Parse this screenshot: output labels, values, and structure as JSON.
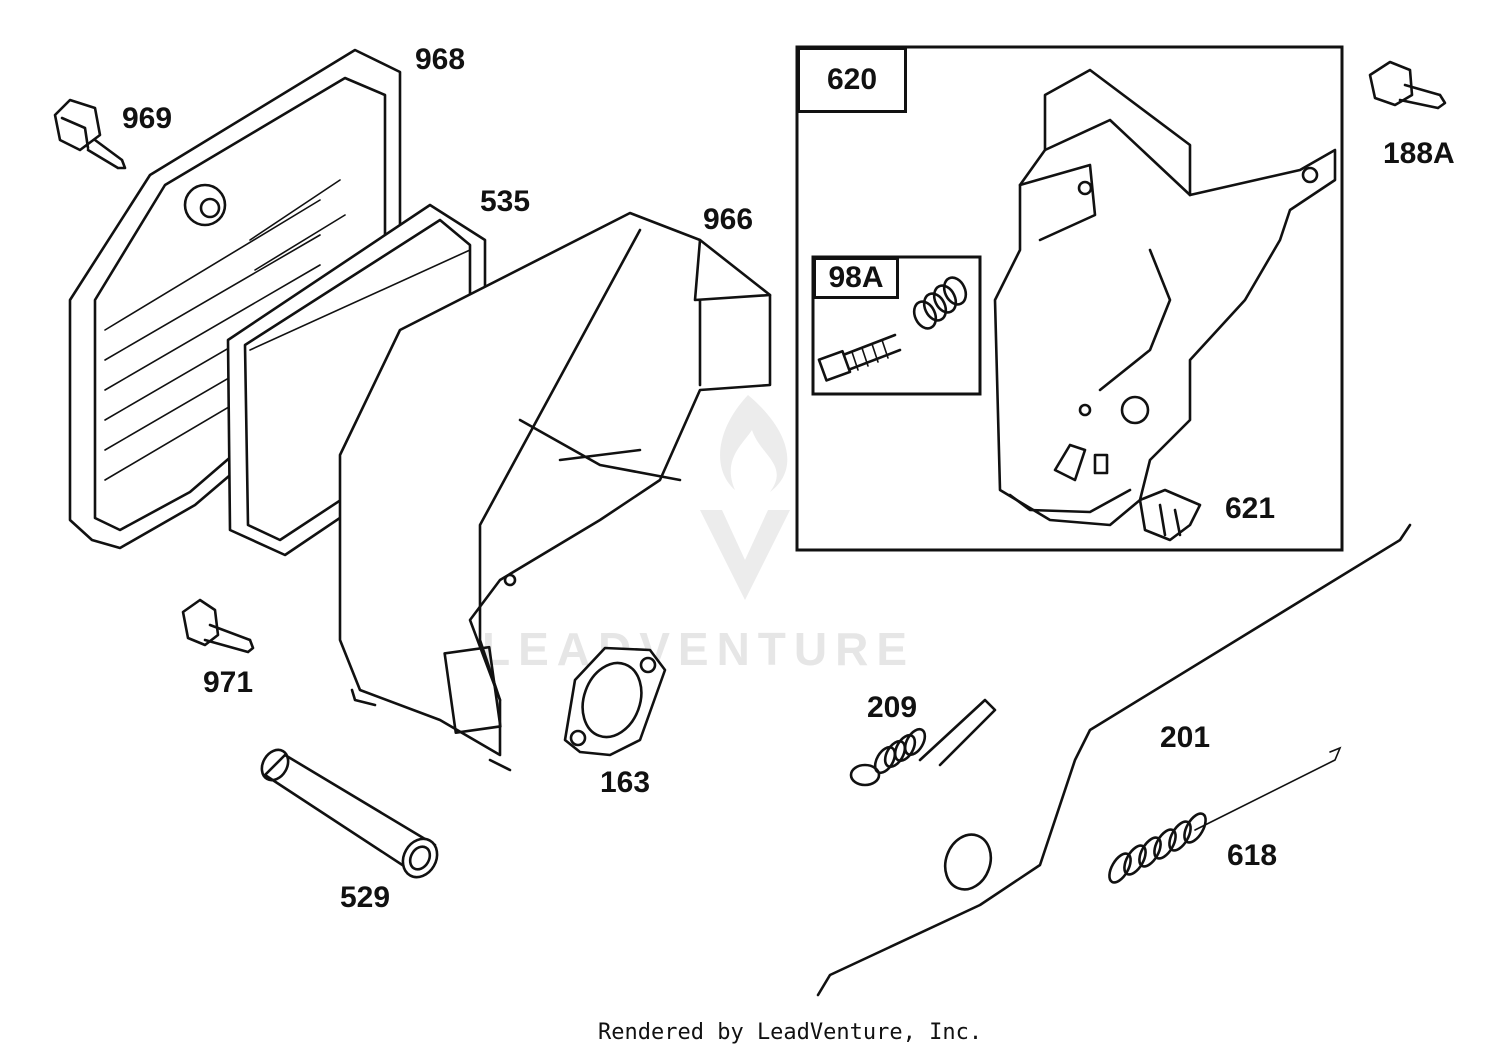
{
  "diagram": {
    "parts": [
      {
        "key": "968",
        "label": "968"
      },
      {
        "key": "969",
        "label": "969"
      },
      {
        "key": "535",
        "label": "535"
      },
      {
        "key": "966",
        "label": "966"
      },
      {
        "key": "620",
        "label": "620"
      },
      {
        "key": "98A",
        "label": "98A"
      },
      {
        "key": "621",
        "label": "621"
      },
      {
        "key": "188A",
        "label": "188A"
      },
      {
        "key": "971",
        "label": "971"
      },
      {
        "key": "163",
        "label": "163"
      },
      {
        "key": "529",
        "label": "529"
      },
      {
        "key": "209",
        "label": "209"
      },
      {
        "key": "201",
        "label": "201"
      },
      {
        "key": "618",
        "label": "618"
      }
    ]
  },
  "watermark": {
    "text": "LEADVENTURE"
  },
  "footer": {
    "text": "Rendered by LeadVenture, Inc."
  }
}
